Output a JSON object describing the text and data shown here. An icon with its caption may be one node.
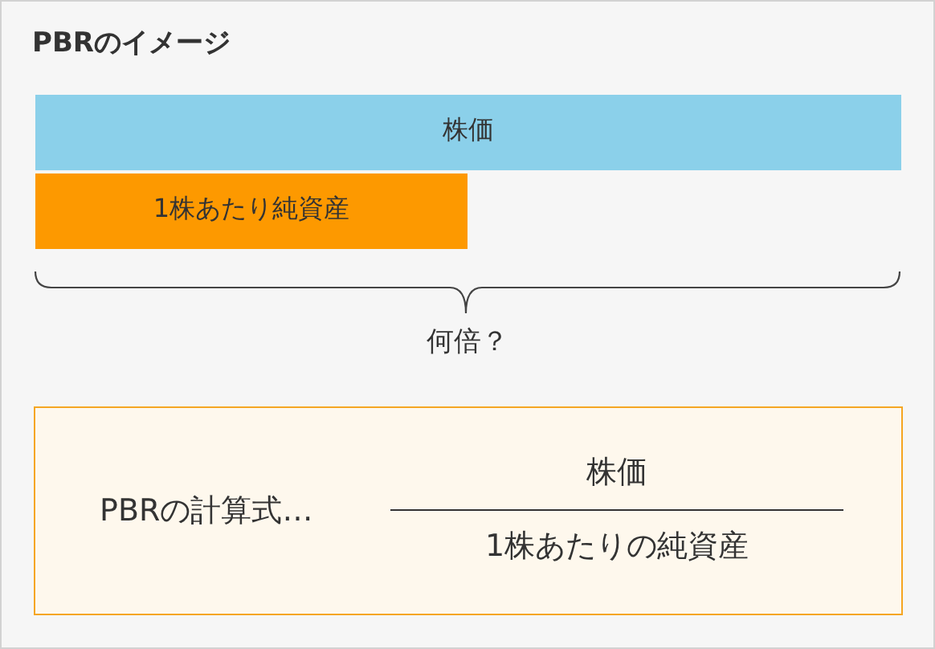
{
  "diagram": {
    "title": "PBRのイメージ",
    "nodes": [
      {
        "text": [
          "株価"
        ]
      },
      {
        "text": [
          "1株あたり純資産"
        ]
      },
      {
        "text": [
          "PBRの計算式…",
          "株価",
          "1株あたりの純資産"
        ]
      }
    ],
    "labels": [
      "何倍？"
    ]
  }
}
